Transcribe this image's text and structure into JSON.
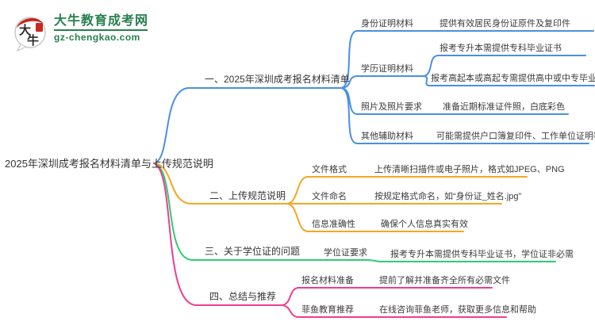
{
  "logo": {
    "brand": "大牛教育成考网",
    "domain": "gz-chengkao.com",
    "icon_chars_top": "大",
    "icon_chars_bottom": "牛"
  },
  "colors": {
    "branch1": "#4a90e2",
    "branch2": "#f5a623",
    "branch3": "#2ecc71",
    "branch4": "#ee3d8f",
    "brand_green": "#27804e",
    "seal_red": "#c8281e",
    "ink": "#3b3b3b"
  },
  "mindmap": {
    "root": "2025年深圳成考报名材料清单与上传规范说明",
    "branches": [
      {
        "label": "一、2025年深圳成考报名材料清单",
        "children": [
          {
            "label": "身份证明材料",
            "children": [
              "提供有效居民身份证原件及复印件"
            ]
          },
          {
            "label": "学历证明材料",
            "children": [
              "报考专升本需提供专科毕业证书",
              "报考高起本或高起专需提供高中或中专毕业证书"
            ]
          },
          {
            "label": "照片及照片要求",
            "children": [
              "准备近期标准证件照，白底彩色"
            ]
          },
          {
            "label": "其他辅助材料",
            "children": [
              "可能需提供户口簿复印件、工作单位证明等"
            ]
          }
        ]
      },
      {
        "label": "二、上传规范说明",
        "children": [
          {
            "label": "文件格式",
            "children": [
              "上传清晰扫描件或电子照片，格式如JPEG、PNG"
            ]
          },
          {
            "label": "文件命名",
            "children": [
              "按规定格式命名，如“身份证_姓名.jpg”"
            ]
          },
          {
            "label": "信息准确性",
            "children": [
              "确保个人信息真实有效"
            ]
          }
        ]
      },
      {
        "label": "三、关于学位证的问题",
        "children": [
          {
            "label": "学位证要求",
            "children": [
              "报考专升本需提供专科毕业证书，学位证非必需"
            ]
          }
        ]
      },
      {
        "label": "四、总结与推荐",
        "children": [
          {
            "label": "报名材料准备",
            "children": [
              "提前了解并准备齐全所有必需文件"
            ]
          },
          {
            "label": "菲鱼教育推荐",
            "children": [
              "在线咨询菲鱼老师，获取更多信息和帮助"
            ]
          }
        ]
      }
    ]
  }
}
